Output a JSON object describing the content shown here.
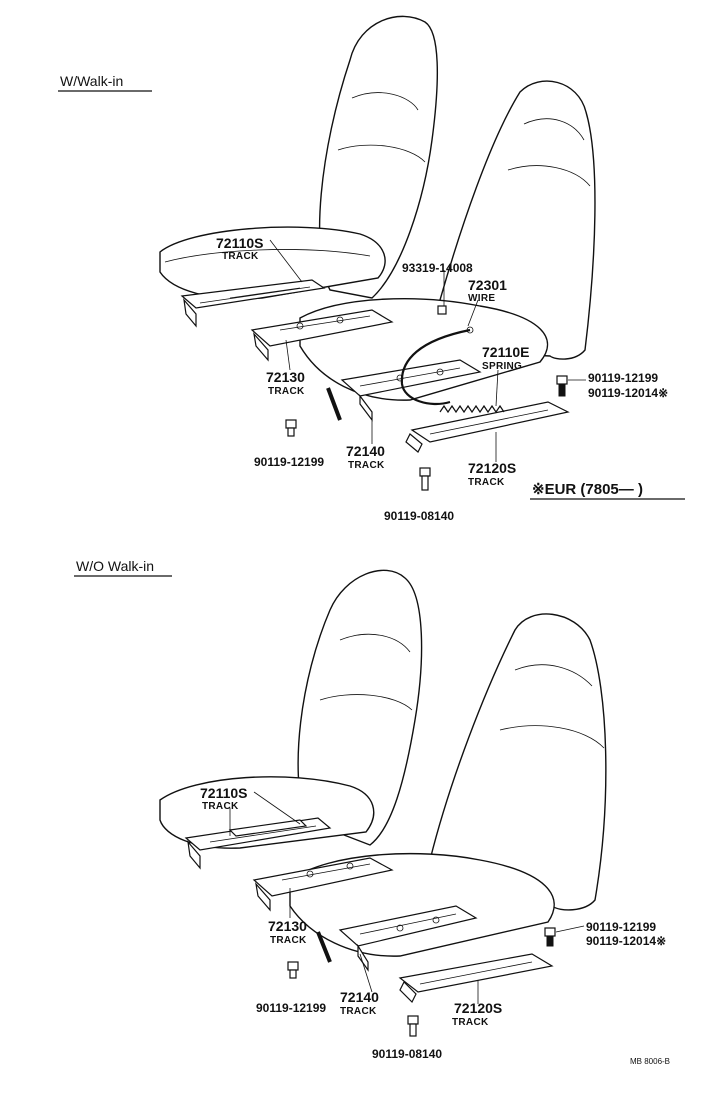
{
  "sections": [
    {
      "heading": "W/Walk-in",
      "callouts": [
        {
          "part": "72110S",
          "desc": "TRACK"
        },
        {
          "part": "93319-14008"
        },
        {
          "part": "72301",
          "desc": "WIRE"
        },
        {
          "part": "72110E",
          "desc": "SPRING"
        },
        {
          "part": "90119-12199"
        },
        {
          "part": "90119-12014※"
        },
        {
          "part": "72130",
          "desc": "TRACK"
        },
        {
          "part": "90119-12199"
        },
        {
          "part": "72140",
          "desc": "TRACK"
        },
        {
          "part": "72120S",
          "desc": "TRACK"
        },
        {
          "part": "90119-08140"
        }
      ],
      "note": "※EUR (7805—        )"
    },
    {
      "heading": "W/O Walk-in",
      "callouts": [
        {
          "part": "72110S",
          "desc": "TRACK"
        },
        {
          "part": "72130",
          "desc": "TRACK"
        },
        {
          "part": "90119-12199"
        },
        {
          "part": "72140",
          "desc": "TRACK"
        },
        {
          "part": "90119-12199"
        },
        {
          "part": "90119-12014※"
        },
        {
          "part": "72120S",
          "desc": "TRACK"
        },
        {
          "part": "90119-08140"
        }
      ]
    }
  ],
  "reference_code": "MB 8006-B"
}
